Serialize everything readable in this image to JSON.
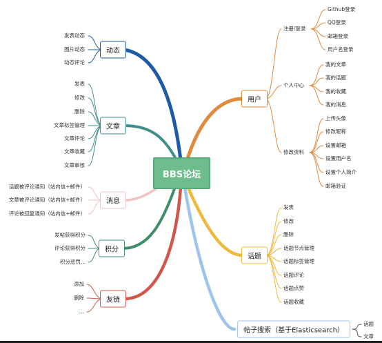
{
  "title": "BBS论坛",
  "colors": {
    "dynamics": "#1f5aa6",
    "articles": "#3f8e8c",
    "messages": "#f0c2c2",
    "points": "#3f8e6a",
    "friends": "#d2554a",
    "user": "#e08a3c",
    "topics": "#f0b93c",
    "search": "#9ec4ee"
  },
  "branches": {
    "dynamics": {
      "label": "动态",
      "items": [
        "发表动态",
        "图片动态",
        "动态评论"
      ]
    },
    "articles": {
      "label": "文章",
      "items": [
        "发表",
        "修改",
        "删除",
        "文章标签管理",
        "文章评论",
        "文章收藏",
        "文章审核"
      ]
    },
    "messages": {
      "label": "消息",
      "items": [
        "话题被评论通知（站内信+邮件）",
        "文章被评论通知（站内信+邮件）",
        "评论被回复通知（站内信+邮件）"
      ]
    },
    "points": {
      "label": "积分",
      "items": [
        "发帖获得积分",
        "评论获得积分",
        "积分惩罚..."
      ]
    },
    "friends": {
      "label": "友链",
      "items": [
        "添加",
        "删除",
        "..."
      ]
    },
    "user": {
      "label": "用户",
      "groups": [
        {
          "label": "注册/登录",
          "items": [
            "Github登录",
            "QQ登录",
            "邮箱登录",
            "用户名登录"
          ]
        },
        {
          "label": "个人中心",
          "items": [
            "我的文章",
            "我的话题",
            "我的收藏",
            "我的消息"
          ]
        },
        {
          "label": "修改资料",
          "items": [
            "上传头像",
            "修改昵称",
            "设置邮箱",
            "设置用户名",
            "设置个人简介",
            "邮箱验证"
          ]
        }
      ]
    },
    "topics": {
      "label": "话题",
      "items": [
        "发表",
        "修改",
        "删除",
        "话题节点管理",
        "话题标签管理",
        "话题评论",
        "话题点赞",
        "话题收藏"
      ]
    },
    "search": {
      "label": "帖子搜索（基于Elasticsearch）",
      "items": [
        "话题",
        "文章"
      ]
    }
  }
}
